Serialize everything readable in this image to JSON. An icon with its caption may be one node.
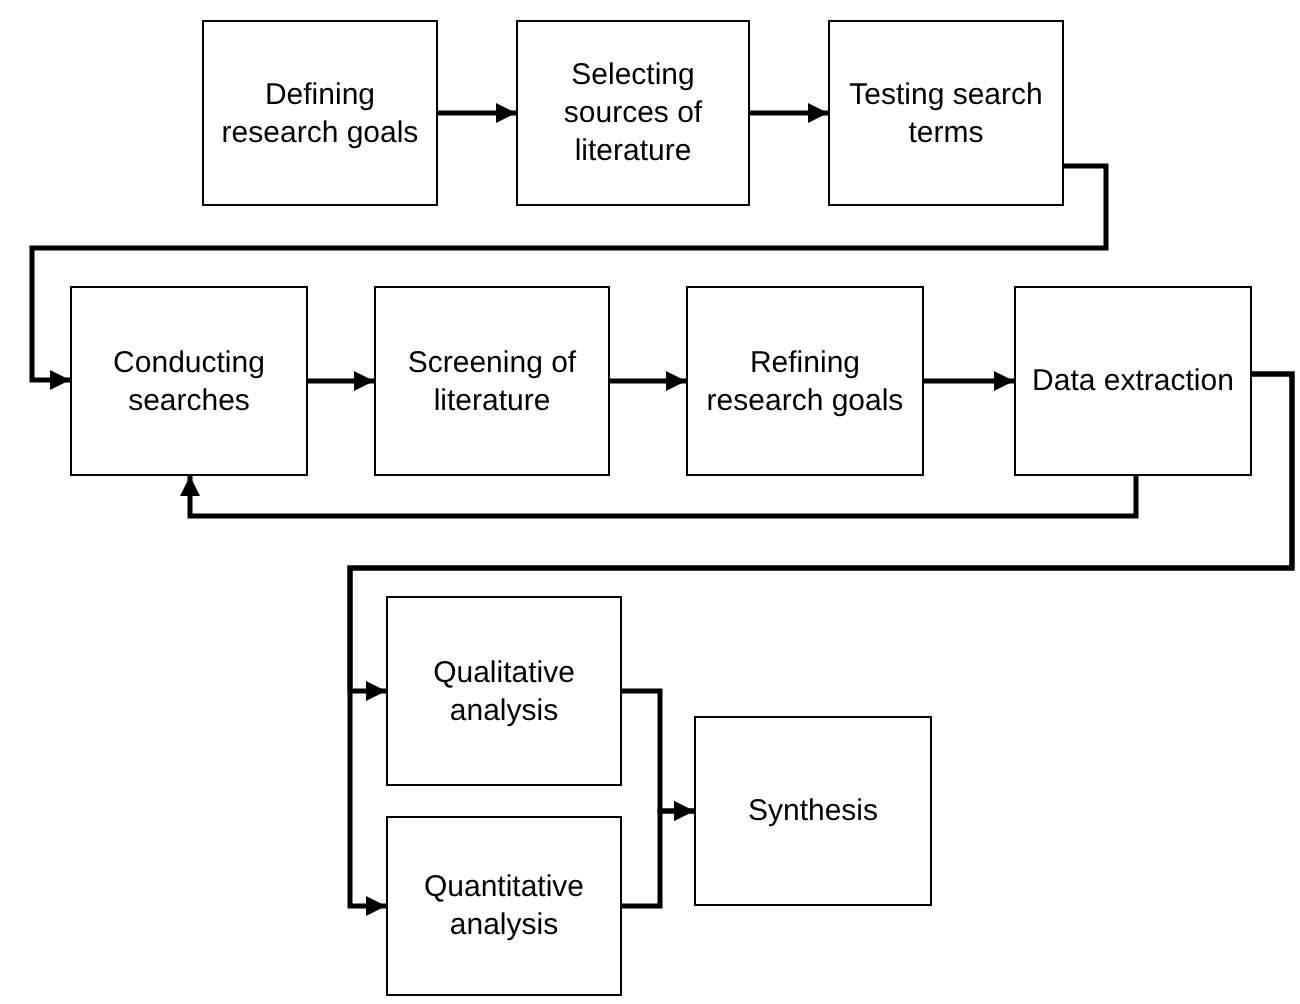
{
  "diagram": {
    "nodes": [
      {
        "text": [
          "Defining research goals"
        ]
      },
      {
        "text": [
          "Selecting sources of literature"
        ]
      },
      {
        "text": [
          "Testing search terms"
        ]
      },
      {
        "text": [
          "Conducting searches"
        ]
      },
      {
        "text": [
          "Screening of literature"
        ]
      },
      {
        "text": [
          "Refining research goals"
        ]
      },
      {
        "text": [
          "Data extraction"
        ]
      },
      {
        "text": [
          "Qualitative analysis"
        ]
      },
      {
        "text": [
          "Quantitative analysis"
        ]
      },
      {
        "text": [
          "Synthesis"
        ]
      }
    ],
    "edges": [
      {
        "from": 0,
        "to": 1,
        "arrow": "to"
      },
      {
        "from": 1,
        "to": 2,
        "arrow": "to"
      },
      {
        "from": 2,
        "to": 3,
        "arrow": "to"
      },
      {
        "from": 3,
        "to": 4,
        "arrow": "to"
      },
      {
        "from": 4,
        "to": 5,
        "arrow": "to"
      },
      {
        "from": 5,
        "to": 6,
        "arrow": "to"
      },
      {
        "from": 6,
        "to": 3,
        "arrow": "to"
      },
      {
        "from": 6,
        "to": 7,
        "arrow": "to"
      },
      {
        "from": 6,
        "to": 8,
        "arrow": "to"
      },
      {
        "from": 7,
        "to": 9,
        "arrow": "to"
      },
      {
        "from": 8,
        "to": 9,
        "arrow": "to"
      }
    ]
  }
}
